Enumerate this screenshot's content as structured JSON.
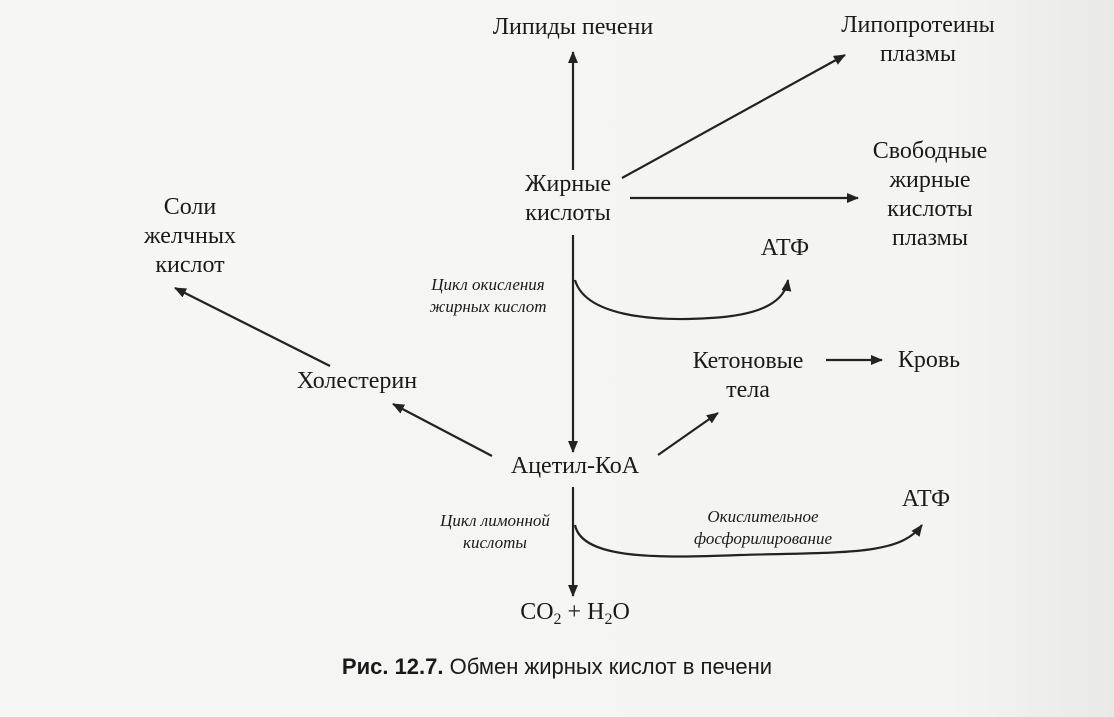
{
  "nodes": {
    "liver_lipids": [
      "Липиды печени"
    ],
    "plasma_lipoproteins": [
      "Липопротеины",
      "плазмы"
    ],
    "fatty_acids": [
      "Жирные",
      "кислоты"
    ],
    "free_fatty_acids": [
      "Свободные",
      "жирные",
      "кислоты",
      "плазмы"
    ],
    "bile_salts": [
      "Соли",
      "желчных",
      "кислот"
    ],
    "atp_top": [
      "АТФ"
    ],
    "ketone_bodies": [
      "Кетоновые",
      "тела"
    ],
    "blood": [
      "Кровь"
    ],
    "cholesterol": [
      "Холестерин"
    ],
    "acetyl_coa": [
      "Ацетил-КоА"
    ],
    "atp_bottom": [
      "АТФ"
    ],
    "co2": "CO",
    "co2_sub": "2",
    "plus": "+",
    "h2o_h": "H",
    "h2o_sub": "2",
    "h2o_o": "O"
  },
  "process_labels": {
    "beta_oxidation": [
      "Цикл окисления",
      "жирных кислот"
    ],
    "citric_cycle": [
      "Цикл лимонной",
      "кислоты"
    ],
    "ox_phos": [
      "Окислительное",
      "фосфорилирование"
    ]
  },
  "caption": {
    "prefix": "Рис. 12.7.",
    "text": "Обмен жирных кислот в печени"
  }
}
